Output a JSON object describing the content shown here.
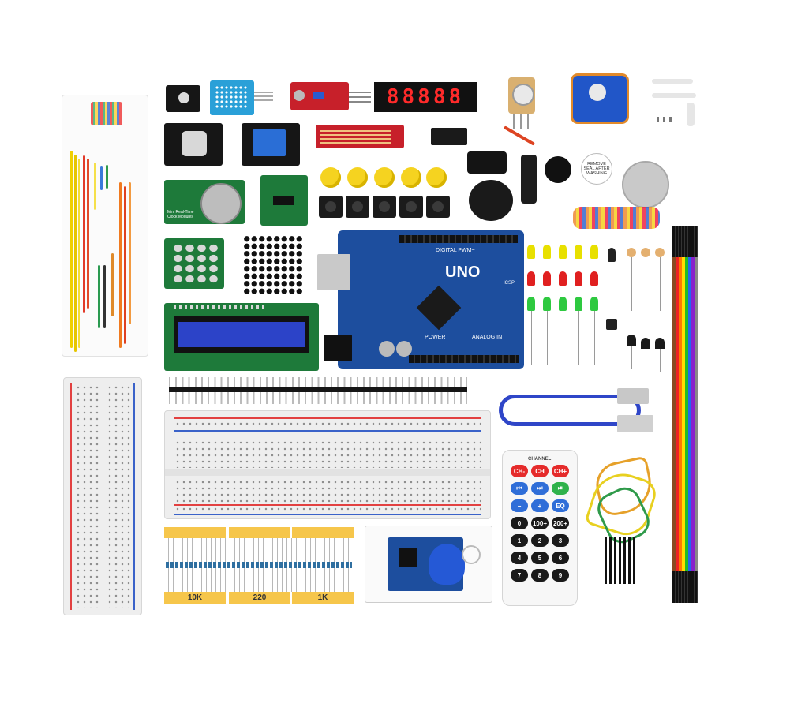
{
  "labels": {
    "uno_board": "UNO",
    "board_header_top": "DIGITAL PWM~",
    "board_power": "POWER",
    "board_analog": "ANALOG IN",
    "board_icsp": "ICSP",
    "rtc_module": "Mini Real-Time Clock Modules",
    "buzzer_sticker": "REMOVE SEAL AFTER WASHING",
    "remote_channel": "CHANNEL",
    "resistor_10k": "10K",
    "resistor_220": "220",
    "resistor_1k": "1K",
    "seven_segment": "88888"
  },
  "remote": {
    "row1": [
      "CH-",
      "CH",
      "CH+"
    ],
    "row2": [
      "⏮",
      "⏭",
      "⏯"
    ],
    "row3": [
      "−",
      "+",
      "EQ"
    ],
    "row4": [
      "0",
      "100+",
      "200+"
    ],
    "row5": [
      "1",
      "2",
      "3"
    ],
    "row6": [
      "4",
      "5",
      "6"
    ],
    "row7": [
      "7",
      "8",
      "9"
    ]
  },
  "colors": {
    "pcb_blue": "#1d4e9e",
    "pcb_green": "#1e7a3a",
    "pcb_red": "#c7202a",
    "led_yellow": "#e8e000",
    "led_red": "#e02020",
    "led_green": "#2ec940",
    "resistor_tape": "#f6c64b"
  }
}
